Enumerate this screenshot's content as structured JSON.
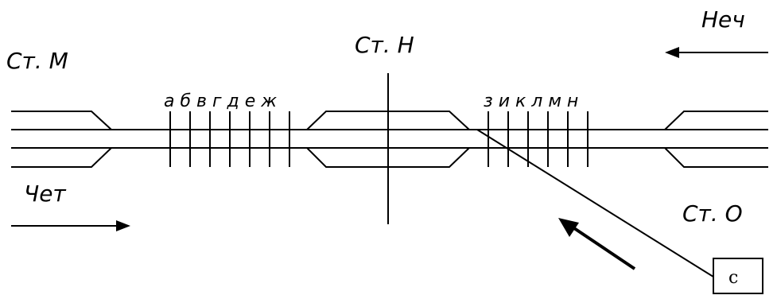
{
  "stations": {
    "m": "Ст. М",
    "n": "Ст. Н",
    "o": "Ст. О"
  },
  "directions": {
    "even": "Чет",
    "odd": "Неч"
  },
  "signals_left": "а б в г д е ж",
  "signals_right": "з и к л м н",
  "box_label": "c",
  "colors": {
    "line": "#000000",
    "background": "#ffffff"
  }
}
